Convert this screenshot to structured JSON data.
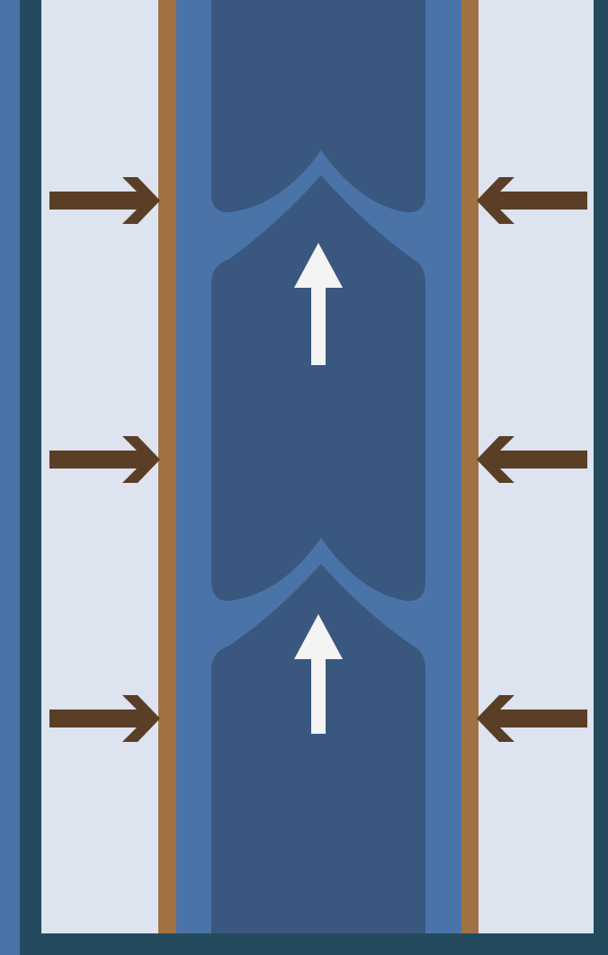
{
  "diagram": {
    "colors": {
      "outer_frame": "#244a5e",
      "left_edge_band": "#4a73a8",
      "tissue_background": "#dde3ef",
      "vein_wall": "#a07143",
      "vessel_lining": "#4a73a8",
      "blood_lumen": "#3a577f",
      "pressure_arrow": "#5a3e25",
      "flow_arrow": "#f4f4f4"
    },
    "elements": {
      "outer_frame": "outer-frame",
      "vein_wall": "vein-wall",
      "valve": "venous-valve",
      "pressure_arrow": "muscle-pressure-arrow",
      "flow_arrow": "blood-flow-arrow"
    },
    "valve_count": 2,
    "pressure_arrows_per_side": 3,
    "flow_arrows": 2,
    "flow_direction": "up",
    "pressure_direction": "inward"
  }
}
